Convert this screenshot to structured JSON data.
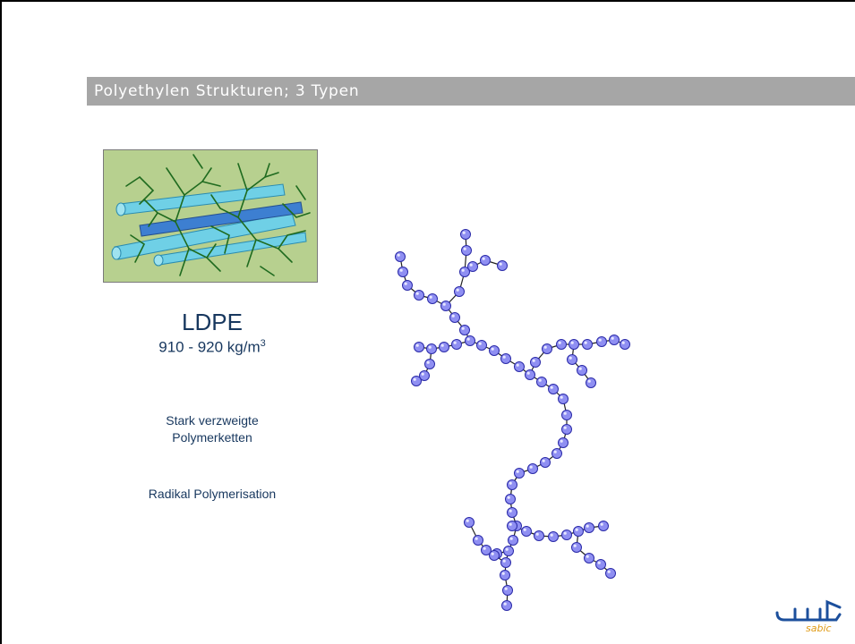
{
  "slide": {
    "title": "Polyethylen Strukturen; 3 Typen",
    "polymer_name": "LDPE",
    "density_value": "910 - 920 kg/m",
    "density_exponent": "3",
    "description_line1": "Stark verzweigte",
    "description_line2": "Polymerketten",
    "process": "Radikal Polymerisation"
  },
  "logo": {
    "latin": "sabic",
    "arabic": "سابك",
    "arabic_color": "#1c4f9c",
    "latin_color": "#e09a14"
  },
  "colors": {
    "title_bar": "#a6a6a6",
    "title_text": "#ffffff",
    "body_text": "#17375e",
    "bead_fill": "#8f8ff2",
    "bead_stroke": "#2a2aa8",
    "bond": "#222222"
  }
}
